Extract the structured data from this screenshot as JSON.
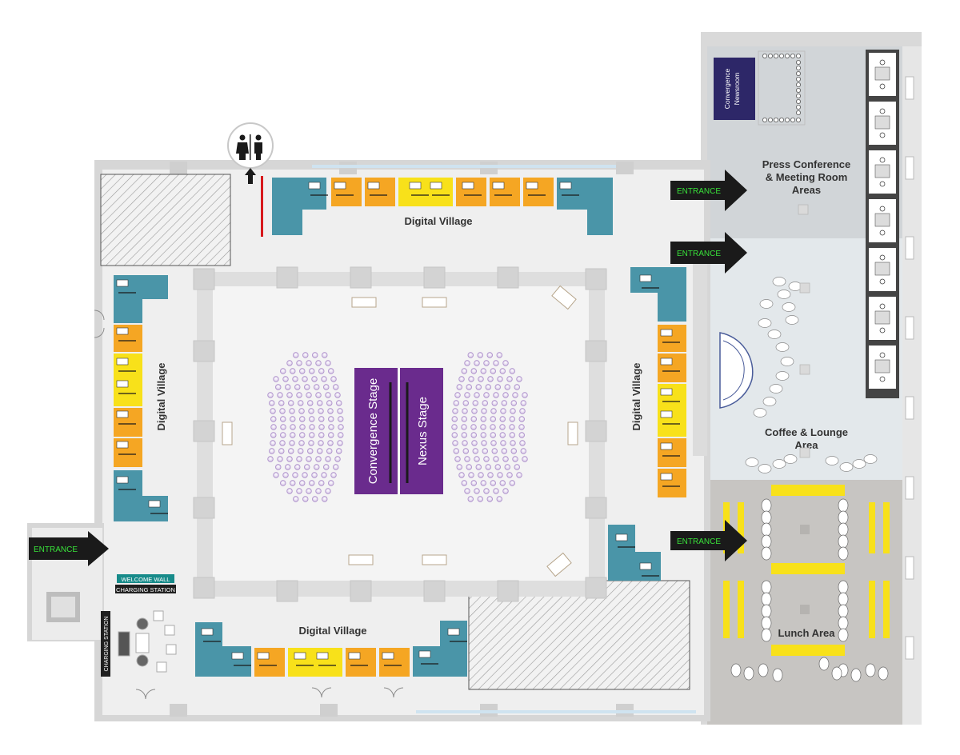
{
  "labels": {
    "digital_village": "Digital Village",
    "press_conference": [
      "Press Conference",
      "& Meeting Room",
      "Areas"
    ],
    "coffee_lounge": [
      "Coffee & Lounge",
      "Area"
    ],
    "lunch_area": "Lunch Area",
    "entrance": "ENTRANCE",
    "welcome_wall": "WELCOME WALL",
    "charging_station": "CHARGING STATION",
    "convergence_stage": "Convergence Stage",
    "nexus_stage": "Nexus Stage",
    "newsroom": [
      "Convergence",
      "Newsroom"
    ]
  },
  "colors": {
    "floor": "#f1f1f1",
    "wall": "#d8d8d8",
    "teal": "#4a95a8",
    "orange": "#f5a623",
    "yellow": "#f8e11a",
    "purple": "#6c2a8e",
    "press_area": "#d3d6d9",
    "coffee_area": "#e4e9ec",
    "lunch_area": "#c9c7c4",
    "newsroom": "#2d2768",
    "arrow": "#1a1a1a",
    "entrance_text": "#39e23a"
  },
  "icons": [
    "restroom-icon",
    "arrow-up-icon",
    "entrance-arrow-icon"
  ]
}
